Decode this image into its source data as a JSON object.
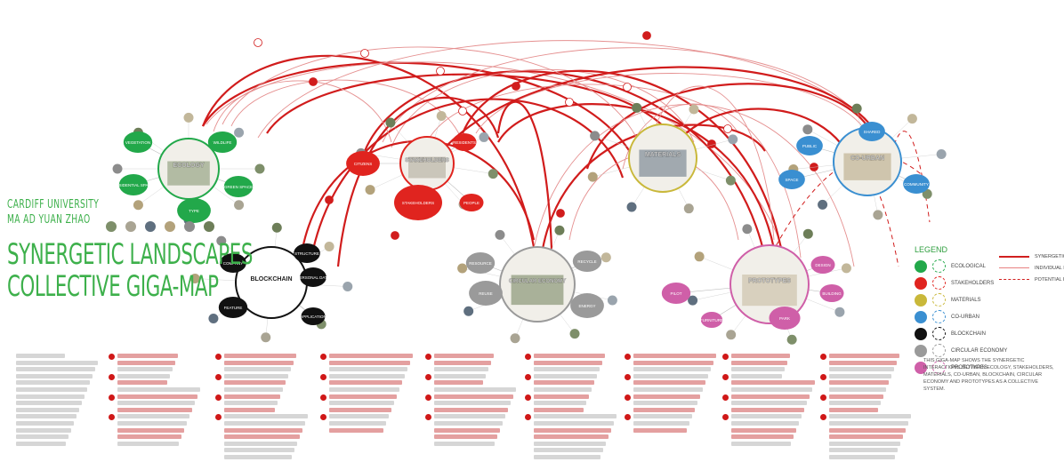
{
  "title": {
    "university": "CARDIFF  UNIVERSITY",
    "program": "MA AD  YUAN ZHAO",
    "line1": "SYNERGETIC LANDSCAPES",
    "line2": "COLLECTIVE     GIGA-MAP"
  },
  "legend": {
    "title": "LEGEND",
    "items": [
      {
        "label": "ECOLOGICAL",
        "color": "#22a84a"
      },
      {
        "label": "STAKEHOLDERS",
        "color": "#e0241f"
      },
      {
        "label": "MATERIALS",
        "color": "#c9b83a"
      },
      {
        "label": "CO-URBAN",
        "color": "#3a8fd1"
      },
      {
        "label": "BLOCKCHAIN",
        "color": "#111111"
      },
      {
        "label": "CIRCULAR ECONOMY",
        "color": "#9a9a9a"
      },
      {
        "label": "PROTOTYPES",
        "color": "#cf5fa8"
      }
    ],
    "lines": [
      {
        "label": "SYNERGETIC INTERACTION",
        "color": "#d12020",
        "style": "solid-bold"
      },
      {
        "label": "INDIVIDUAL INTERACTION",
        "color": "#e88080",
        "style": "solid-thin"
      },
      {
        "label": "POTENTIAL INTERACTION",
        "color": "#d12020",
        "style": "dashed"
      }
    ]
  },
  "hubs": [
    {
      "key": "ecology",
      "label": "ECOLOGY",
      "color": "#22a84a"
    },
    {
      "key": "stakeholders",
      "label": "STAKEHOLDERS",
      "color": "#e0241f"
    },
    {
      "key": "materials",
      "label": "MATERIALS",
      "color": "#c9b83a"
    },
    {
      "key": "courban",
      "label": "CO-URBAN",
      "color": "#3a8fd1"
    },
    {
      "key": "blockchain",
      "label": "BLOCKCHAIN",
      "color": "#111111"
    },
    {
      "key": "circular",
      "label": "CIRCULAR ECONOMY",
      "color": "#9a9a9a"
    },
    {
      "key": "prototypes",
      "label": "PROTOTYPES",
      "color": "#cf5fa8"
    }
  ],
  "sub_nodes": {
    "ecology": [
      "VEGETATION",
      "WILDLIFE",
      "RESIDENTIAL SPACE",
      "GREEN SPACE",
      "TYPE"
    ],
    "stakeholders": [
      "CITIZENS",
      "RESIDENTS",
      "PEOPLE",
      "STAKEHOLDERS"
    ],
    "courban": [
      "PUBLIC",
      "SHARED",
      "COMMUNITY",
      "SPACE"
    ],
    "blockchain": [
      "COMPANY",
      "STRUCTURE",
      "FEATURE",
      "PERSONAL DATA",
      "APPLICATION"
    ],
    "circular": [
      "RESOURCE",
      "RECYCLE",
      "REUSE",
      "ENERGY"
    ],
    "prototypes": [
      "PILOT",
      "DESIGN",
      "BUILDING",
      "PARK",
      "FURNITURE"
    ]
  },
  "notes_summary": "THIS GIGA-MAP SHOWS THE SYNERGETIC INTERACTIONS BETWEEN ECOLOGY, STAKEHOLDERS, MATERIALS, CO-URBAN, BLOCKCHAIN, CIRCULAR ECONOMY AND PROTOTYPES AS A COLLECTIVE SYSTEM."
}
